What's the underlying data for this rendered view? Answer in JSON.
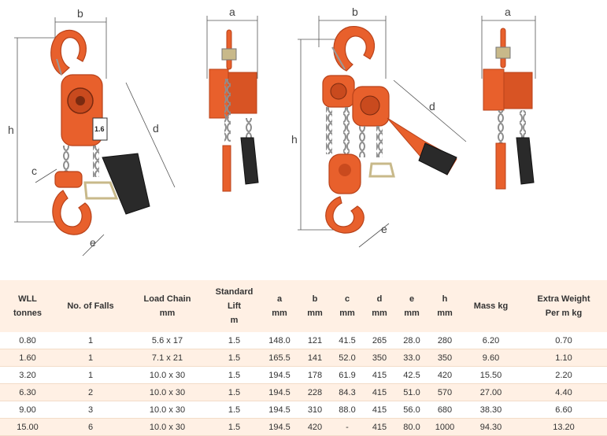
{
  "diagram": {
    "dimension_labels": {
      "a": "a",
      "b": "b",
      "c": "c",
      "d": "d",
      "e": "e",
      "h": "h"
    },
    "hoist_badge": "1.6"
  },
  "table": {
    "headers": [
      "WLL tonnes",
      "No. of Falls",
      "Load Chain mm",
      "Standard Lift m",
      "a mm",
      "b mm",
      "c mm",
      "d mm",
      "e mm",
      "h mm",
      "Mass kg",
      "Extra Weight Per m kg"
    ],
    "header_lines": [
      [
        "WLL",
        "tonnes"
      ],
      [
        "No. of Falls"
      ],
      [
        "Load Chain",
        "mm"
      ],
      [
        "Standard",
        "Lift",
        "m"
      ],
      [
        "a",
        "mm"
      ],
      [
        "b",
        "mm"
      ],
      [
        "c",
        "mm"
      ],
      [
        "d",
        "mm"
      ],
      [
        "e",
        "mm"
      ],
      [
        "h",
        "mm"
      ],
      [
        "Mass kg"
      ],
      [
        "Extra Weight",
        "Per m kg"
      ]
    ],
    "rows": [
      [
        "0.80",
        "1",
        "5.6 x 17",
        "1.5",
        "148.0",
        "121",
        "41.5",
        "265",
        "28.0",
        "280",
        "6.20",
        "0.70"
      ],
      [
        "1.60",
        "1",
        "7.1 x 21",
        "1.5",
        "165.5",
        "141",
        "52.0",
        "350",
        "33.0",
        "350",
        "9.60",
        "1.10"
      ],
      [
        "3.20",
        "1",
        "10.0 x 30",
        "1.5",
        "194.5",
        "178",
        "61.9",
        "415",
        "42.5",
        "420",
        "15.50",
        "2.20"
      ],
      [
        "6.30",
        "2",
        "10.0 x 30",
        "1.5",
        "194.5",
        "228",
        "84.3",
        "415",
        "51.0",
        "570",
        "27.00",
        "4.40"
      ],
      [
        "9.00",
        "3",
        "10.0 x 30",
        "1.5",
        "194.5",
        "310",
        "88.0",
        "415",
        "56.0",
        "680",
        "38.30",
        "6.60"
      ],
      [
        "15.00",
        "6",
        "10.0 x 30",
        "1.5",
        "194.5",
        "420",
        "-",
        "415",
        "80.0",
        "1000",
        "94.30",
        "13.20"
      ]
    ]
  },
  "colors": {
    "hoist_orange": "#e8602c",
    "hoist_dark_orange": "#b8421a",
    "chain_grey": "#9a9a9a",
    "handle_black": "#2a2a2a",
    "table_header_bg": "#fff0e4",
    "table_stripe_bg": "#fff0e4"
  }
}
